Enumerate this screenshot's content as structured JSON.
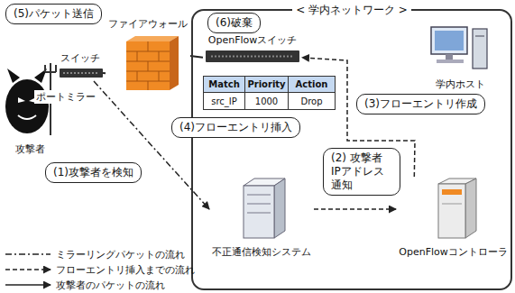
{
  "diagram": {
    "nodes": [
      {
        "text": [
          "(5)パケット送信"
        ]
      },
      {
        "text": [
          "攻撃者"
        ]
      },
      {
        "text": [
          "スイッチ"
        ]
      },
      {
        "text": [
          "ファイアウォール"
        ]
      },
      {
        "text": [
          "< 学内ネットワーク >"
        ]
      },
      {
        "text": [
          "(6)破棄"
        ],
        "in": 4
      },
      {
        "text": [
          "OpenFlowスイッチ"
        ],
        "in": 4
      },
      {
        "text": [
          "学内ホスト"
        ],
        "in": 4
      },
      {
        "text": [
          "(4)フローエントリ挿入"
        ]
      },
      {
        "text": [
          "(3)フローエントリ作成"
        ],
        "in": 4
      },
      {
        "text": [
          "(1)攻撃者を検知"
        ]
      },
      {
        "text": [
          "(2) 攻撃者 IPアドレス通知"
        ],
        "in": 4
      },
      {
        "text": [
          "不正通信検知システム"
        ],
        "in": 4
      },
      {
        "text": [
          "OpenFlowコントローラ"
        ],
        "in": 4
      }
    ],
    "edges": [
      {
        "from": 1,
        "to": 2,
        "arrow": "none"
      },
      {
        "from": 2,
        "to": 3,
        "arrow": "none"
      },
      {
        "from": 3,
        "to": 6,
        "arrow": "none"
      },
      {
        "from": 2,
        "to": 12,
        "arrow": "to"
      },
      {
        "from": 12,
        "to": 13,
        "arrow": "to"
      },
      {
        "from": 13,
        "to": 6,
        "arrow": "to"
      }
    ],
    "labels": [
      "ポートミラー",
      "Match",
      "Priority",
      "Action",
      "src_IP",
      "1000",
      "Drop"
    ],
    "legend": [
      {
        "text": "ミラーリングパケットの流れ"
      },
      {
        "text": "フローエントリ挿入までの流れ"
      },
      {
        "text": "攻撃者のパケットの流れ"
      }
    ]
  }
}
